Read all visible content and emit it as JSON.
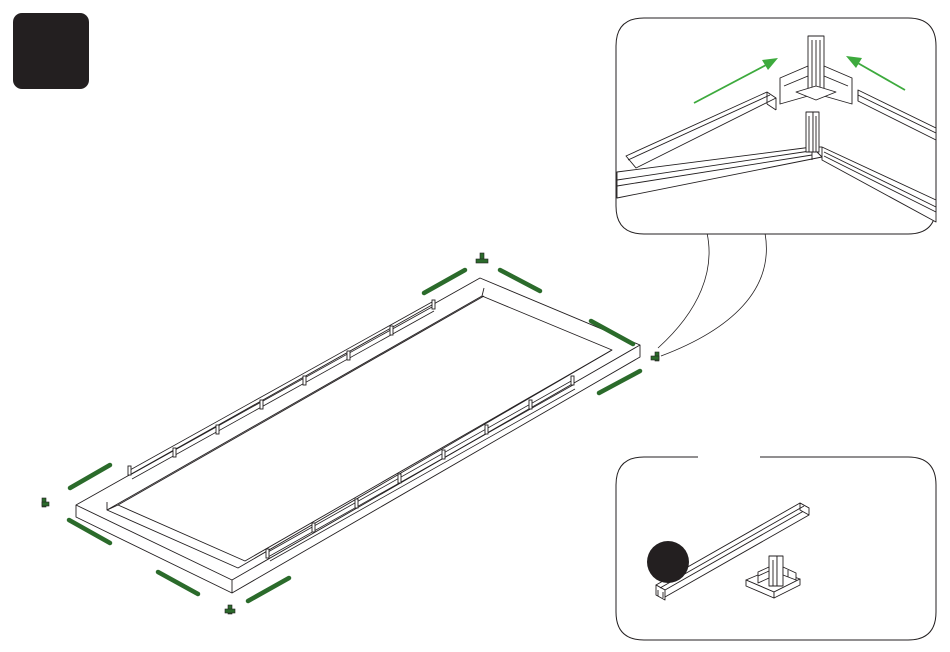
{
  "step_badge": {
    "label": "",
    "color": "#231f20"
  },
  "colors": {
    "rail_green": "#2b6b2b",
    "arrow_green": "#3daa3d",
    "line": "#231f20",
    "quantity_dot": "#231f20"
  },
  "main_assembly": {
    "name": "rectangular-frame",
    "side_rails_shown": 8,
    "corner_connectors_shown": 4
  },
  "detail_corner": {
    "icon": "corner-joint-detail",
    "arrows": 2
  },
  "parts_box": {
    "icon": "parts-list",
    "items": [
      "rail-profile",
      "corner-connector"
    ],
    "quantity_label": ""
  }
}
